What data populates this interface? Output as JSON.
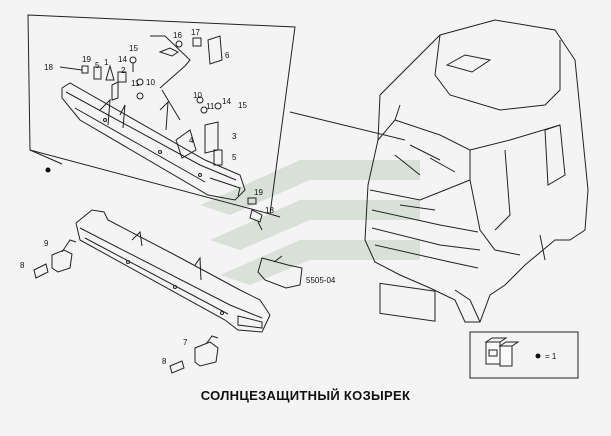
{
  "title": "СОЛНЦЕЗАЩИТНЫЙ КОЗЫРЕК",
  "diagram_code": "5505-04",
  "legend": {
    "symbol": "●",
    "equals": "= 1"
  },
  "callouts": {
    "c18a": "18",
    "c19a": "19",
    "c5": "5",
    "c1": "1",
    "c2": "2",
    "c14a": "14",
    "c15a": "15",
    "c11a": "11",
    "c10": "10",
    "c16": "16",
    "c17": "17",
    "c6": "6",
    "c10b": "10",
    "c11b": "11",
    "c14b": "14",
    "c15b": "15",
    "c3": "3",
    "c4": "4",
    "c5b": "5",
    "c19b": "19",
    "c18b": "18",
    "c9": "9",
    "c8a": "8",
    "c7": "7",
    "c8b": "8"
  },
  "colors": {
    "line": "#222222",
    "watermark": "#c9d4c9",
    "background": "#f4f4f4"
  }
}
